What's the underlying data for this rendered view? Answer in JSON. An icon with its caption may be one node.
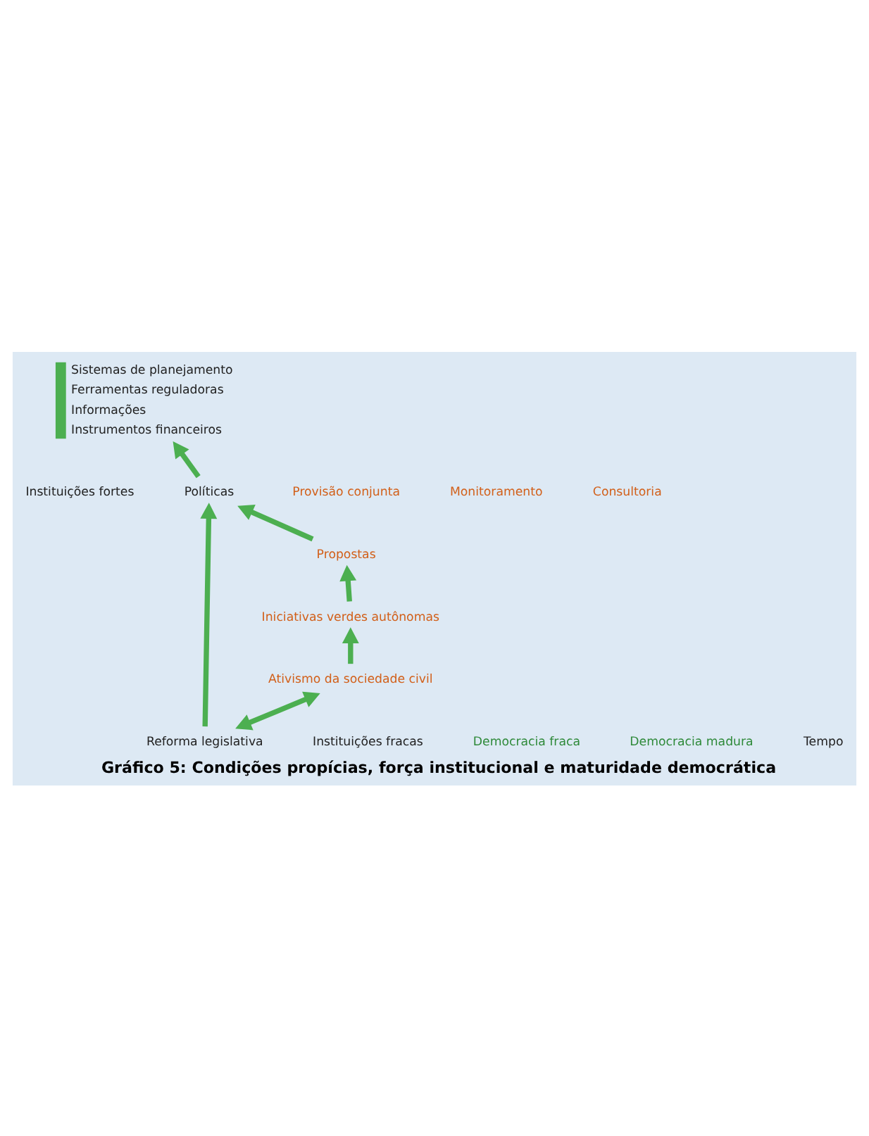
{
  "diagram": {
    "caption": "Gráfico 5: Condições propícias, força institucional e maturidade democrática",
    "nodes": [
      {
        "text": [
          "Ativismo da sociedade civil"
        ]
      },
      {
        "text": [
          "Iniciativas verdes autônomas"
        ]
      },
      {
        "text": [
          "Propostas"
        ]
      },
      {
        "text": [
          "Políticas"
        ]
      },
      {
        "text": [
          "Reforma legislativa"
        ]
      },
      {
        "text": [
          "Sistemas de planejamento",
          "Ferramentas reguladoras",
          "Informações",
          "Instrumentos financeiros"
        ]
      }
    ],
    "edges": [
      {
        "from": 0,
        "to": 1,
        "arrow": "to"
      },
      {
        "from": 1,
        "to": 2,
        "arrow": "to"
      },
      {
        "from": 2,
        "to": 3,
        "arrow": "to"
      },
      {
        "from": 4,
        "to": 3,
        "arrow": "to"
      },
      {
        "from": 4,
        "to": 0,
        "arrow": "both"
      },
      {
        "from": 3,
        "to": 5,
        "arrow": "to"
      }
    ],
    "labels": [
      "Instituições fortes",
      "Provisão conjunta",
      "Monitoramento",
      "Consultoria",
      "Instituições fracas",
      "Democracia fraca",
      "Democracia madura",
      "Tempo"
    ]
  }
}
